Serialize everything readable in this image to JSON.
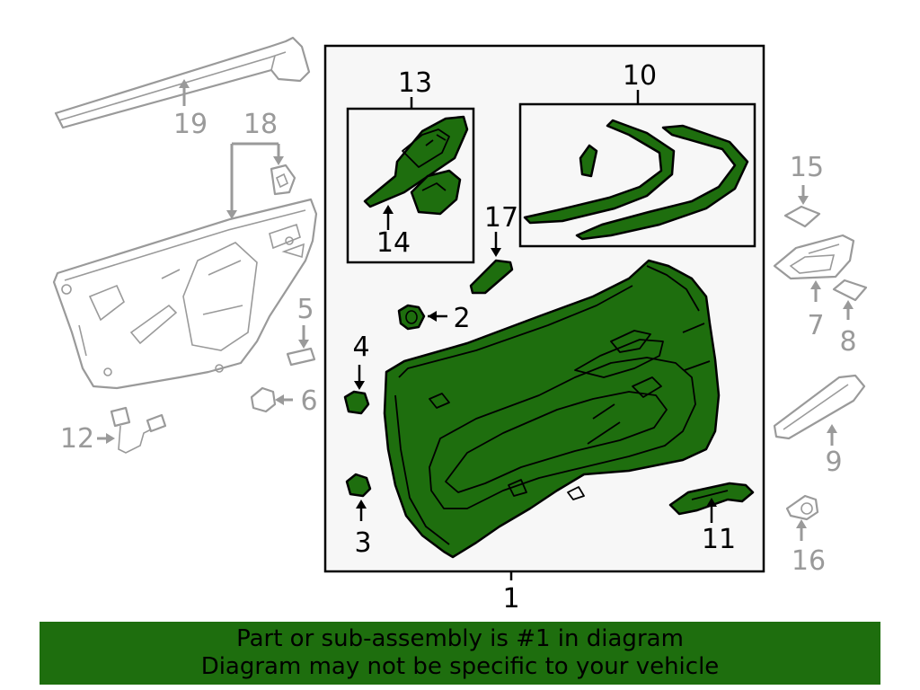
{
  "colors": {
    "highlight": "#1e6e0e",
    "context_parts": "#9a9a9a",
    "background": "#ffffff",
    "frame_fill": "#f7f7f7"
  },
  "callouts": {
    "n1": "1",
    "n2": "2",
    "n3": "3",
    "n4": "4",
    "n5": "5",
    "n6": "6",
    "n7": "7",
    "n8": "8",
    "n9": "9",
    "n10": "10",
    "n11": "11",
    "n12": "12",
    "n13": "13",
    "n14": "14",
    "n15": "15",
    "n16": "16",
    "n17": "17",
    "n18": "18",
    "n19": "19"
  },
  "highlighted_part": "1",
  "banner": {
    "line1": "Part or sub-assembly is #1 in diagram",
    "line2": "Diagram may not be specific to your vehicle"
  }
}
